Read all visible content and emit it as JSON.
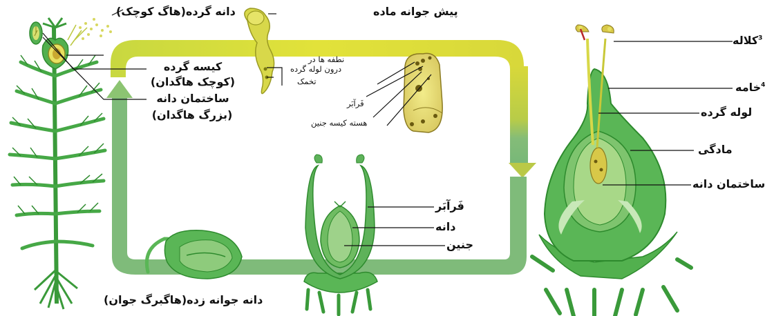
{
  "labels": {
    "pollen_grain": "دانه گرده(هاگ کوچک)",
    "pollen_sac": "کیسه گرده",
    "pollen_sac_sub": "(کوچک هاگدان)",
    "ovule": "ساختمان دانه",
    "ovule_sub": "(بزرگ هاگدان)",
    "female_prothallus": "پیش جوانه ماده",
    "sperm_nuclei": "نطفه ها در",
    "sperm_nuclei_line2": "درون لوله گرده",
    "egg": "تخمک",
    "integument_top": "فَرآبَر",
    "embryo_sac_nucleus": "هسته کیسه جنین",
    "stigma": "کلاله",
    "stigma_note": "3",
    "style": "خامه",
    "style_note": "4",
    "pollen_tube": "لوله گرده",
    "pistil": "مادگی",
    "ovule_right": "ساختمان دانه",
    "integument": "فَرآبَر",
    "seed": "دانه",
    "embryo": "جنین",
    "germinated_seed": "دانه جوانه زده(هاگبرگ جوان)"
  },
  "colors": {
    "arrow_yellow": "#d8dc3c",
    "arrow_green": "#78b878",
    "plant_green": "#3fa83f",
    "dark_green": "#1f7a2e",
    "light_green": "#9bd07a",
    "pollen_yellow": "#e8ea60",
    "ovule_ochre": "#c8b84a"
  },
  "icons": [
    "cycle-arrow",
    "plant-illustration",
    "pollen-grain-icon",
    "embryo-sac-icon",
    "pistil-icon",
    "seed-icon",
    "germinating-seed-icon"
  ]
}
